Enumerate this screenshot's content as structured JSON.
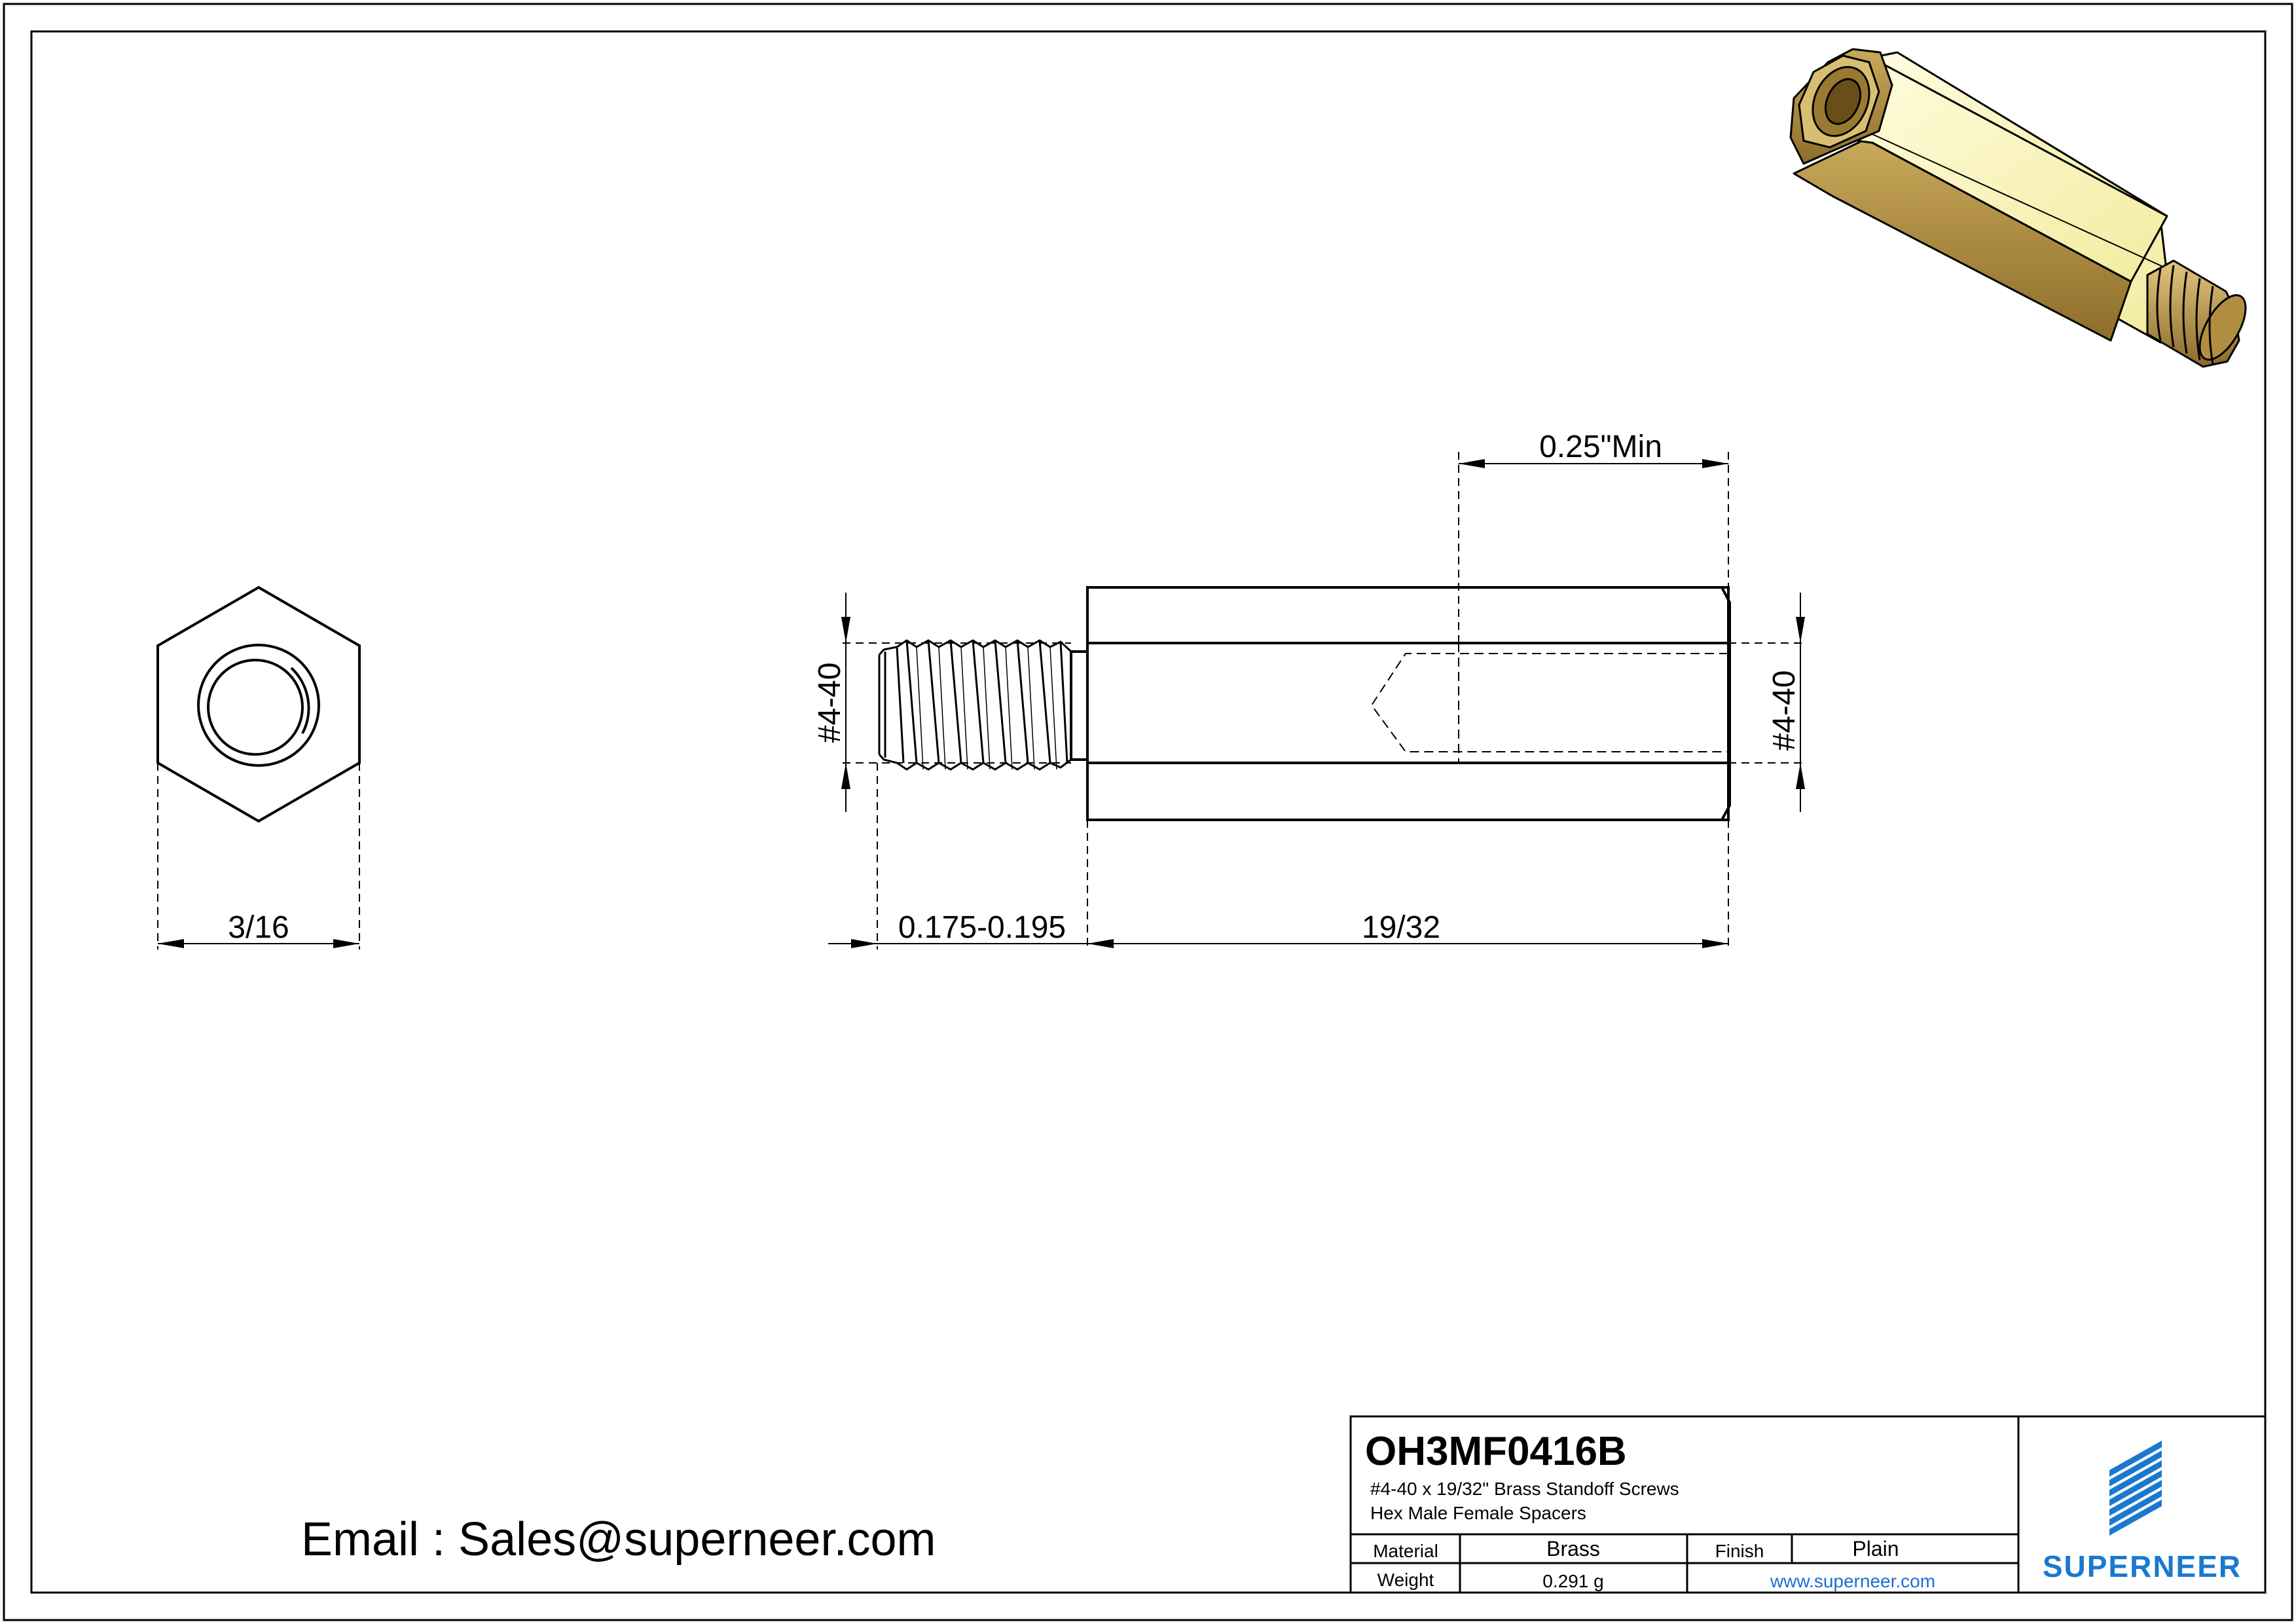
{
  "title_block": {
    "part_number": "OH3MF0416B",
    "description_line1": "#4-40 x 19/32\" Brass Standoff Screws",
    "description_line2": "Hex Male Female Spacers",
    "material_label": "Material",
    "material_value": "Brass",
    "finish_label": "Finish",
    "finish_value": "Plain",
    "weight_label": "Weight",
    "weight_value": "0.291 g",
    "website": "www.superneer.com",
    "brand": "SUPERNEER"
  },
  "email": "Email : Sales@superneer.com",
  "dimensions": {
    "hex_across_flats": "3/16",
    "male_thread": "#4-40",
    "female_thread": "#4-40",
    "thread_depth_min": "0.25\"Min",
    "male_length": "0.175-0.195",
    "body_length": "19/32"
  },
  "colors": {
    "brand_blue": "#1a78d0",
    "line": "#000000",
    "brass_light": "#fbf6c0",
    "brass_dark": "#a9873a"
  }
}
